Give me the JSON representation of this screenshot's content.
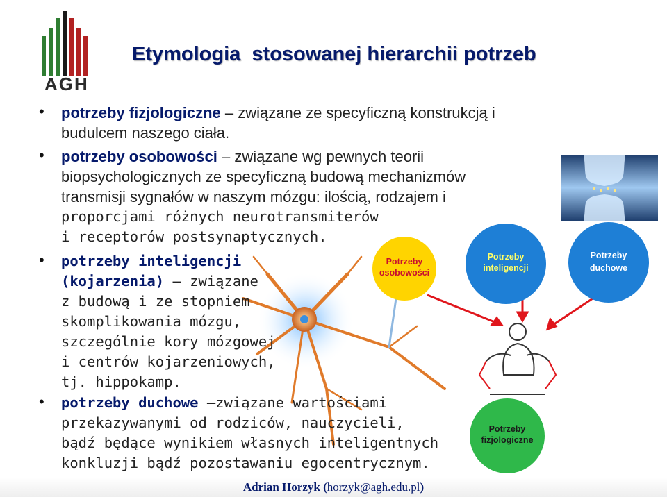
{
  "logo": {
    "text": "AGH"
  },
  "title": "Etymologia  stosowanej hierarchii potrzeb",
  "bullets": [
    {
      "lead": "potrzeby fizjologiczne",
      "rest_line1": " – związane ze specyficzną konstrukcją i",
      "line2": "budulcem naszego ciała."
    },
    {
      "lead": "potrzeby osobowości",
      "rest_line1": " – związane wg pewnych teorii",
      "lines": [
        "biopsychologicznych ze specyficzną budową mechanizmów",
        "transmisji sygnałów w naszym mózgu: ilością, rodzajem i",
        "proporcjami różnych neurotransmiterów",
        "i receptorów postsynaptycznych."
      ]
    },
    {
      "lead_line1": "potrzeby inteligencji",
      "lead_line2": "(kojarzenia)",
      "rest_line2": " – związane",
      "lines": [
        "z budową i ze stopniem",
        "skomplikowania mózgu,",
        "szczególnie kory mózgowej",
        "i centrów kojarzeniowych,",
        "tj. hippokamp."
      ]
    },
    {
      "lead": "potrzeby duchowe",
      "rest_line1": " –związane wartościami",
      "lines": [
        "przekazywanymi od rodziców, nauczycieli,",
        "bądź będące wynikiem własnych inteligentnych",
        "konkluzji bądź pozostawaniu egocentrycznym."
      ]
    }
  ],
  "circles": [
    {
      "line1": "Potrzeby",
      "line2": "osobowości",
      "fill": "#ffd400",
      "text_color": "#c8102e"
    },
    {
      "line1": "Potrzeby",
      "line2": "inteligencji",
      "fill": "#1e7fd6",
      "text_color": "#ffff66"
    },
    {
      "line1": "Potrzeby",
      "line2": "duchowe",
      "fill": "#1e7fd6",
      "text_color": "#ffffff"
    },
    {
      "line1": "Potrzeby",
      "line2": "fizjologiczne",
      "fill": "#2fb84a",
      "text_color": "#1a1a1a"
    }
  ],
  "footer": {
    "name": "Adrian Horzyk",
    "open": " (",
    "email": "horzyk@agh.edu.pl",
    "close": ")"
  },
  "colors": {
    "title": "#061a6b",
    "arrows": "#e0161c",
    "neuron": "#e07a2a"
  }
}
